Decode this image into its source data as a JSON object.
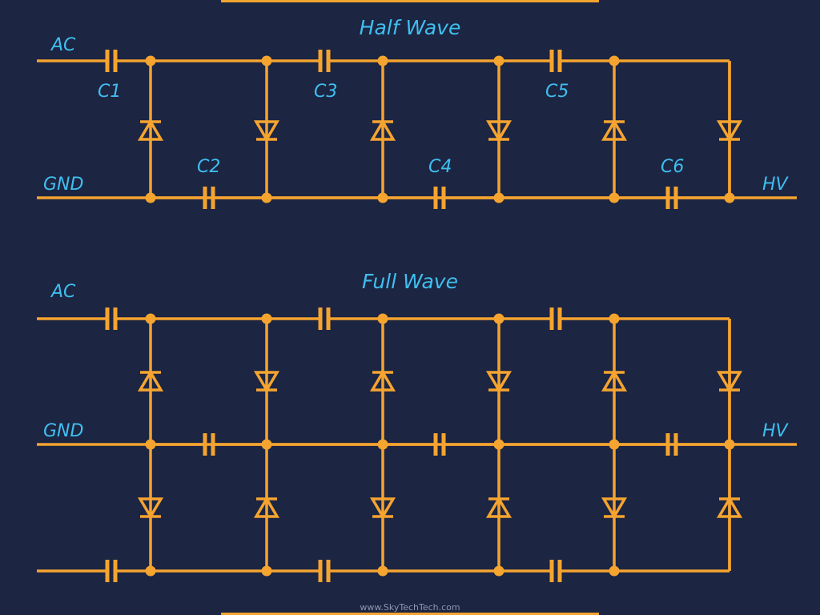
{
  "diagram": {
    "title_half": "Half Wave",
    "title_full": "Full Wave",
    "half": {
      "ac_label": "AC",
      "gnd_label": "GND",
      "hv_label": "HV",
      "capacitors": [
        "C1",
        "C2",
        "C3",
        "C4",
        "C5",
        "C6"
      ]
    },
    "full": {
      "ac_label": "AC",
      "gnd_label": "GND",
      "hv_label": "HV"
    },
    "watermark": "www.SkyTechTech.com",
    "colors": {
      "background": "#1c2542",
      "wire": "#f5a430",
      "label": "#3fbfef"
    }
  }
}
